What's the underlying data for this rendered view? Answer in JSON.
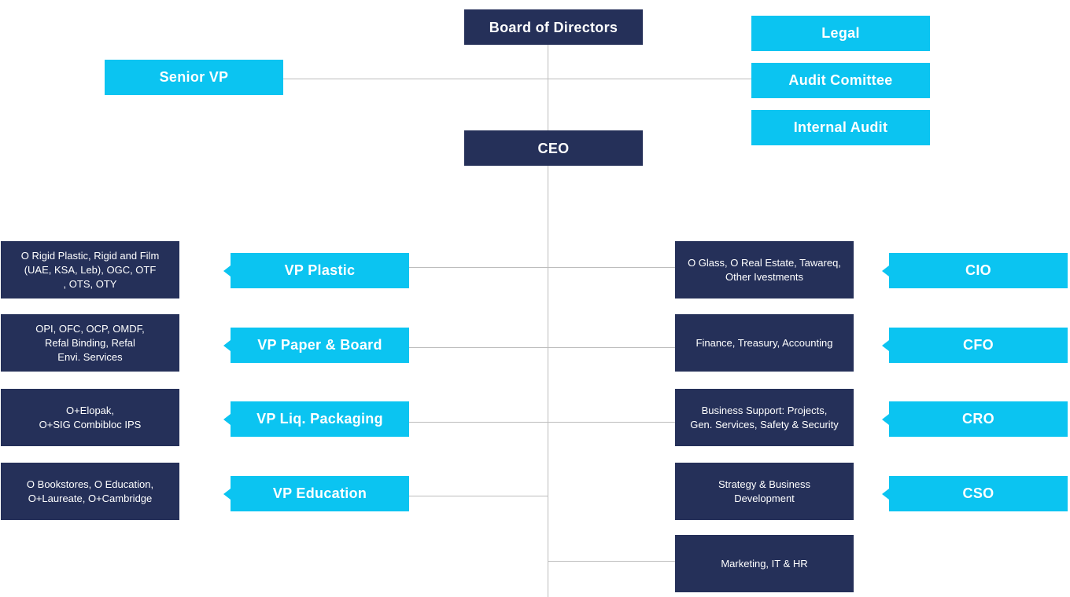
{
  "top": {
    "board": "Board of Directors",
    "senior_vp": "Senior VP",
    "legal": "Legal",
    "audit_committee": "Audit Comittee",
    "internal_audit": "Internal Audit",
    "ceo": "CEO"
  },
  "left": [
    {
      "vp": "VP Plastic",
      "units": "O Rigid Plastic, Rigid and Film\n(UAE, KSA, Leb), OGC, OTF\n, OTS, OTY"
    },
    {
      "vp": "VP Paper & Board",
      "units": "OPI, OFC, OCP, OMDF,\nRefal Binding, Refal\nEnvi. Services"
    },
    {
      "vp": "VP Liq. Packaging",
      "units": "O+Elopak,\nO+SIG Combibloc IPS"
    },
    {
      "vp": "VP Education",
      "units": "O Bookstores, O Education,\nO+Laureate, O+Cambridge"
    }
  ],
  "right": [
    {
      "role": "CIO",
      "units": "O Glass, O Real Estate, Tawareq,\nOther Ivestments"
    },
    {
      "role": "CFO",
      "units": "Finance, Treasury, Accounting"
    },
    {
      "role": "CRO",
      "units": "Business Support: Projects,\nGen. Services, Safety & Security"
    },
    {
      "role": "CSO",
      "units": "Strategy & Business\nDevelopment"
    }
  ],
  "bottom": {
    "marketing": "Marketing, IT & HR"
  },
  "colors": {
    "dark_navy": "#253059",
    "cyan": "#0bc4f1",
    "connector": "#bdbdbd"
  }
}
